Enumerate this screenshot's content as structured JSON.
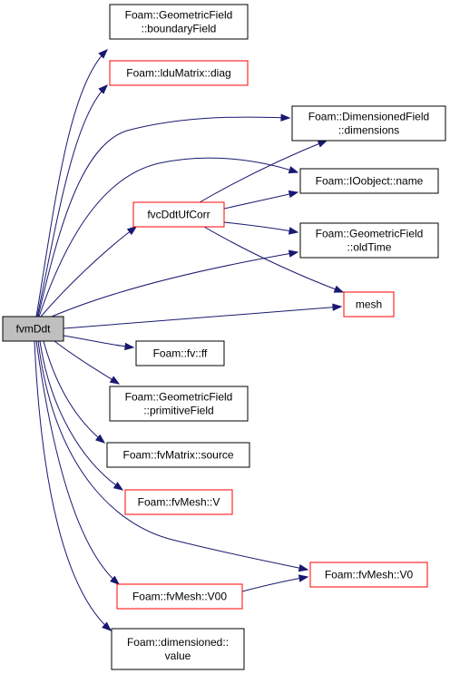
{
  "colors": {
    "edge": "#191970",
    "root_fill": "#bfbfbf",
    "plain_border": "#000000",
    "link_border": "#ff0000",
    "node_fill": "#ffffff"
  },
  "nodes": [
    {
      "id": "fvmDdt",
      "lines": [
        "fvmDdt"
      ],
      "kind": "root"
    },
    {
      "id": "boundaryField",
      "lines": [
        "Foam::GeometricField",
        "::boundaryField"
      ],
      "kind": "plain"
    },
    {
      "id": "diag",
      "lines": [
        "Foam::lduMatrix::diag"
      ],
      "kind": "link"
    },
    {
      "id": "dimensions",
      "lines": [
        "Foam::DimensionedField",
        "::dimensions"
      ],
      "kind": "plain"
    },
    {
      "id": "name",
      "lines": [
        "Foam::IOobject::name"
      ],
      "kind": "plain"
    },
    {
      "id": "fvcDdtUfCorr",
      "lines": [
        "fvcDdtUfCorr"
      ],
      "kind": "link"
    },
    {
      "id": "oldTime",
      "lines": [
        "Foam::GeometricField",
        "::oldTime"
      ],
      "kind": "plain"
    },
    {
      "id": "mesh",
      "lines": [
        "mesh"
      ],
      "kind": "link"
    },
    {
      "id": "ff",
      "lines": [
        "Foam::fv::ff"
      ],
      "kind": "plain"
    },
    {
      "id": "primitiveField",
      "lines": [
        "Foam::GeometricField",
        "::primitiveField"
      ],
      "kind": "plain"
    },
    {
      "id": "source",
      "lines": [
        "Foam::fvMatrix::source"
      ],
      "kind": "plain"
    },
    {
      "id": "V",
      "lines": [
        "Foam::fvMesh::V"
      ],
      "kind": "link"
    },
    {
      "id": "V0",
      "lines": [
        "Foam::fvMesh::V0"
      ],
      "kind": "link"
    },
    {
      "id": "V00",
      "lines": [
        "Foam::fvMesh::V00"
      ],
      "kind": "link"
    },
    {
      "id": "value",
      "lines": [
        "Foam::dimensioned::",
        "value"
      ],
      "kind": "plain"
    }
  ],
  "edges": [
    {
      "from": "fvmDdt",
      "to": "boundaryField"
    },
    {
      "from": "fvmDdt",
      "to": "diag"
    },
    {
      "from": "fvmDdt",
      "to": "dimensions"
    },
    {
      "from": "fvmDdt",
      "to": "name"
    },
    {
      "from": "fvmDdt",
      "to": "fvcDdtUfCorr"
    },
    {
      "from": "fvmDdt",
      "to": "oldTime"
    },
    {
      "from": "fvmDdt",
      "to": "mesh"
    },
    {
      "from": "fvmDdt",
      "to": "ff"
    },
    {
      "from": "fvmDdt",
      "to": "primitiveField"
    },
    {
      "from": "fvmDdt",
      "to": "source"
    },
    {
      "from": "fvmDdt",
      "to": "V"
    },
    {
      "from": "fvmDdt",
      "to": "V0"
    },
    {
      "from": "fvmDdt",
      "to": "V00"
    },
    {
      "from": "fvmDdt",
      "to": "value"
    },
    {
      "from": "fvcDdtUfCorr",
      "to": "dimensions"
    },
    {
      "from": "fvcDdtUfCorr",
      "to": "name"
    },
    {
      "from": "fvcDdtUfCorr",
      "to": "oldTime"
    },
    {
      "from": "fvcDdtUfCorr",
      "to": "mesh"
    },
    {
      "from": "V00",
      "to": "V0"
    }
  ]
}
